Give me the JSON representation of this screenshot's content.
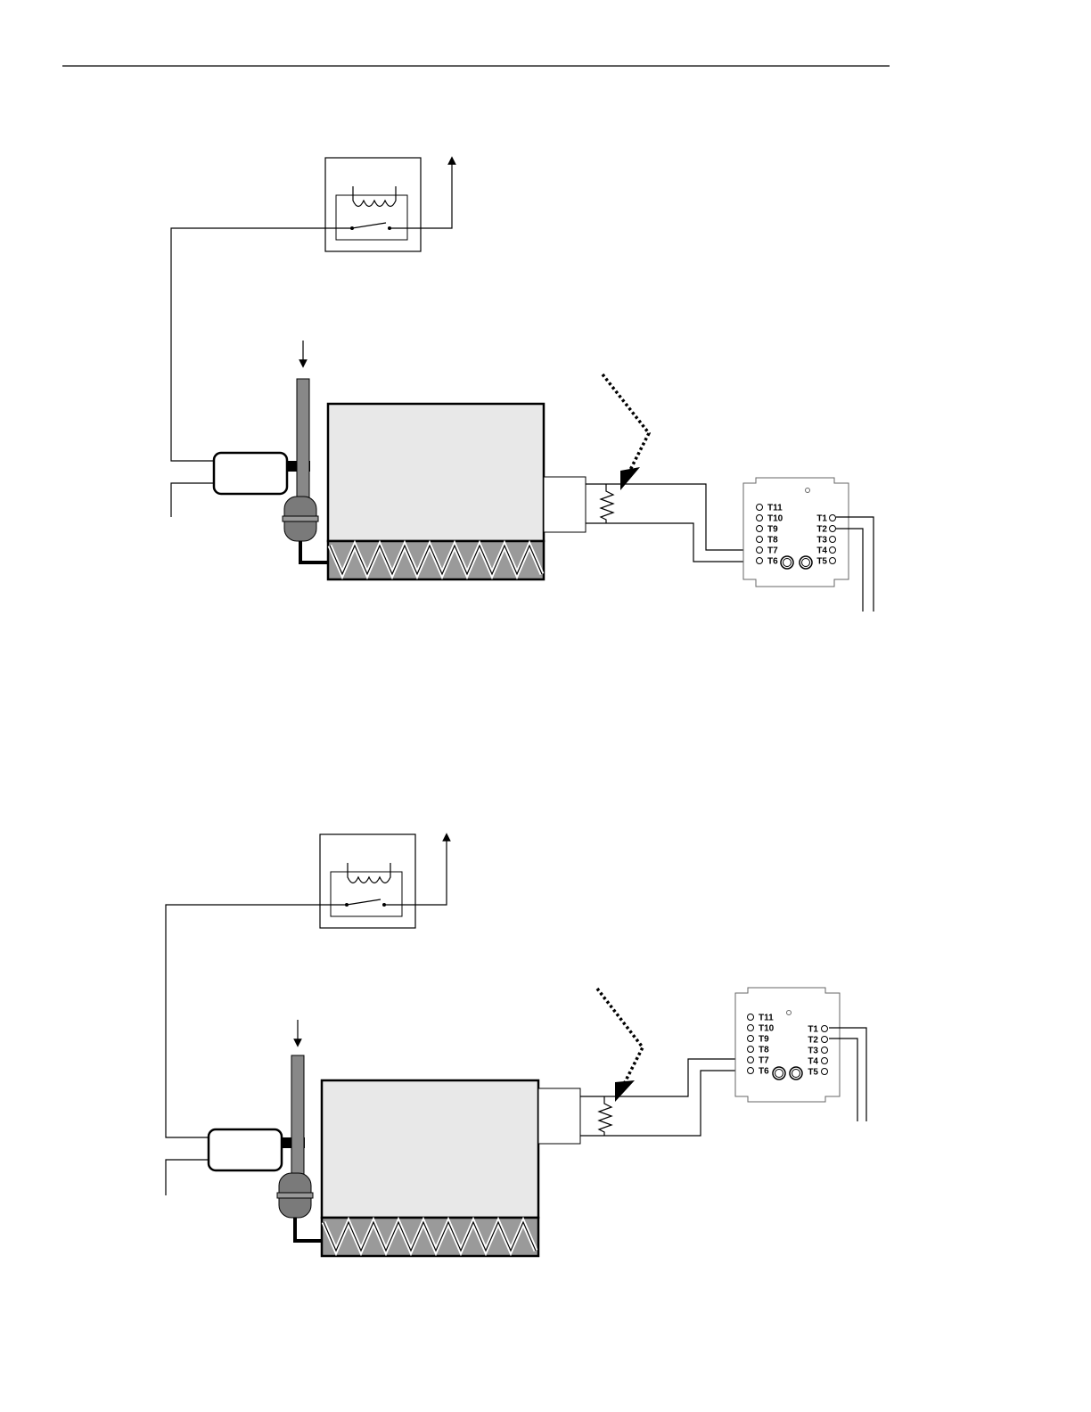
{
  "terminal_block": {
    "left_terminals": [
      "T11",
      "T10",
      "T9",
      "T8",
      "T7",
      "T6"
    ],
    "right_terminals": [
      "T1",
      "T2",
      "T3",
      "T4",
      "T5"
    ]
  },
  "colors": {
    "line": "#000000",
    "tank_fill": "#e8e8e8",
    "element_fill": "#9a9a9a",
    "valve_fill": "#7a7a7a"
  },
  "diagrams": [
    {
      "id": "diagram-1",
      "terminal_wiring": [
        "T7",
        "T6"
      ],
      "board_position": "right-level"
    },
    {
      "id": "diagram-2",
      "terminal_wiring": [
        "T7",
        "T6"
      ],
      "board_position": "right-raised"
    }
  ]
}
